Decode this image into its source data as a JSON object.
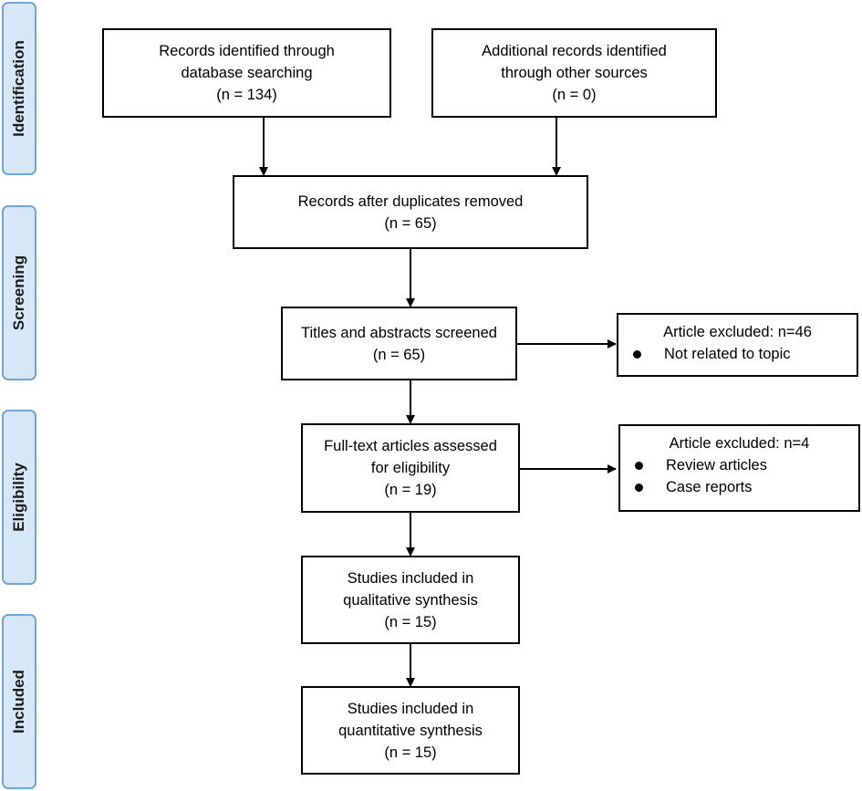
{
  "phases": {
    "identification": "Identification",
    "screening": "Screening",
    "eligibility": "Eligibility",
    "included": "Included"
  },
  "boxes": {
    "records_identified": [
      "Records identified through",
      "database searching",
      "(n = 134)"
    ],
    "additional_records": [
      "Additional records identified",
      "through other sources",
      "(n = 0)"
    ],
    "after_duplicates": [
      "Records after duplicates removed",
      "(n = 65)"
    ],
    "screened": [
      "Titles and abstracts screened",
      "(n = 65)"
    ],
    "full_text": [
      "Full-text articles assessed",
      "for eligibility",
      "(n = 19)"
    ],
    "qualitative": [
      "Studies included in",
      "qualitative synthesis",
      "(n = 15)"
    ],
    "quantitative": [
      "Studies included in",
      "quantitative synthesis",
      "(n = 15)"
    ]
  },
  "exclusions": {
    "screening": {
      "title": "Article excluded: n=46",
      "items": [
        "Not related to topic"
      ]
    },
    "eligibility": {
      "title": "Article excluded: n=4",
      "items": [
        "Review articles",
        "Case reports"
      ]
    }
  }
}
